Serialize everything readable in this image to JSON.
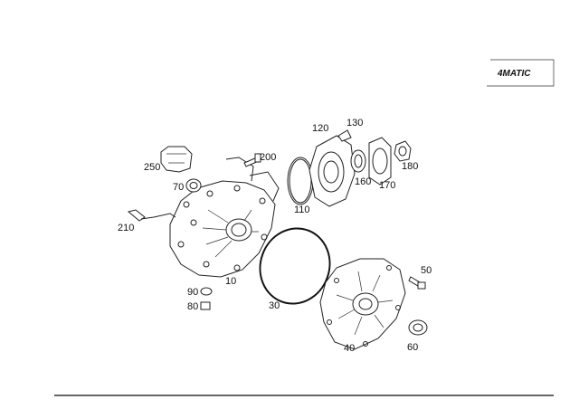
{
  "badge": {
    "text": "4MATIC"
  },
  "parts": [
    {
      "id": "p10",
      "label": "10"
    },
    {
      "id": "p30",
      "label": "30"
    },
    {
      "id": "p40",
      "label": "40"
    },
    {
      "id": "p50",
      "label": "50"
    },
    {
      "id": "p60",
      "label": "60"
    },
    {
      "id": "p70",
      "label": "70"
    },
    {
      "id": "p80",
      "label": "80"
    },
    {
      "id": "p90",
      "label": "90"
    },
    {
      "id": "p110",
      "label": "110"
    },
    {
      "id": "p120",
      "label": "120"
    },
    {
      "id": "p130",
      "label": "130"
    },
    {
      "id": "p160",
      "label": "160"
    },
    {
      "id": "p170",
      "label": "170"
    },
    {
      "id": "p180",
      "label": "180"
    },
    {
      "id": "p200",
      "label": "200"
    },
    {
      "id": "p210",
      "label": "210"
    },
    {
      "id": "p250",
      "label": "250"
    }
  ]
}
